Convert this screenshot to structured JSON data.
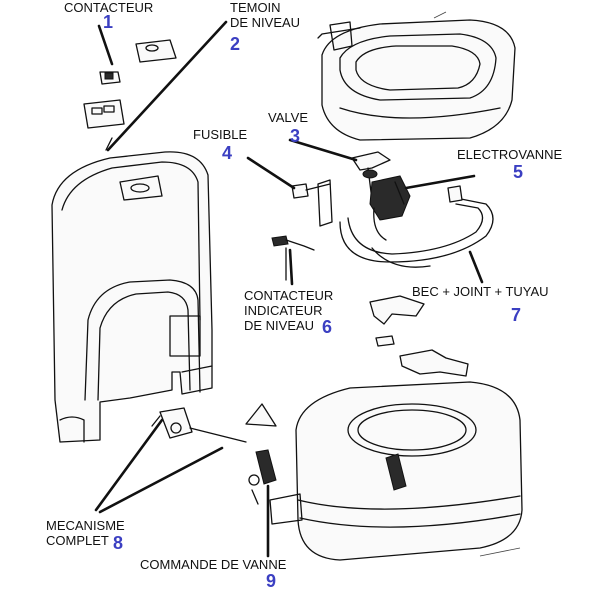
{
  "parts": [
    {
      "id": "contacteur",
      "label": "CONTACTEUR",
      "number": "1"
    },
    {
      "id": "temoin",
      "label": "TEMOIN\nDE NIVEAU",
      "number": "2"
    },
    {
      "id": "valve",
      "label": "VALVE",
      "number": "3"
    },
    {
      "id": "fusible",
      "label": "FUSIBLE",
      "number": "4"
    },
    {
      "id": "electrovanne",
      "label": "ELECTROVANNE",
      "number": "5"
    },
    {
      "id": "contacteur-niveau",
      "label": "CONTACTEUR\nINDICATEUR\nDE NIVEAU",
      "number": "6"
    },
    {
      "id": "bec",
      "label": "BEC + JOINT + TUYAU",
      "number": "7"
    },
    {
      "id": "mecanisme",
      "label": "MECANISME\nCOMPLET",
      "number": "8"
    },
    {
      "id": "commande",
      "label": "COMMANDE DE VANNE",
      "number": "9"
    }
  ],
  "colors": {
    "number": "#3b3fc2",
    "line": "#111111",
    "background": "#ffffff"
  }
}
